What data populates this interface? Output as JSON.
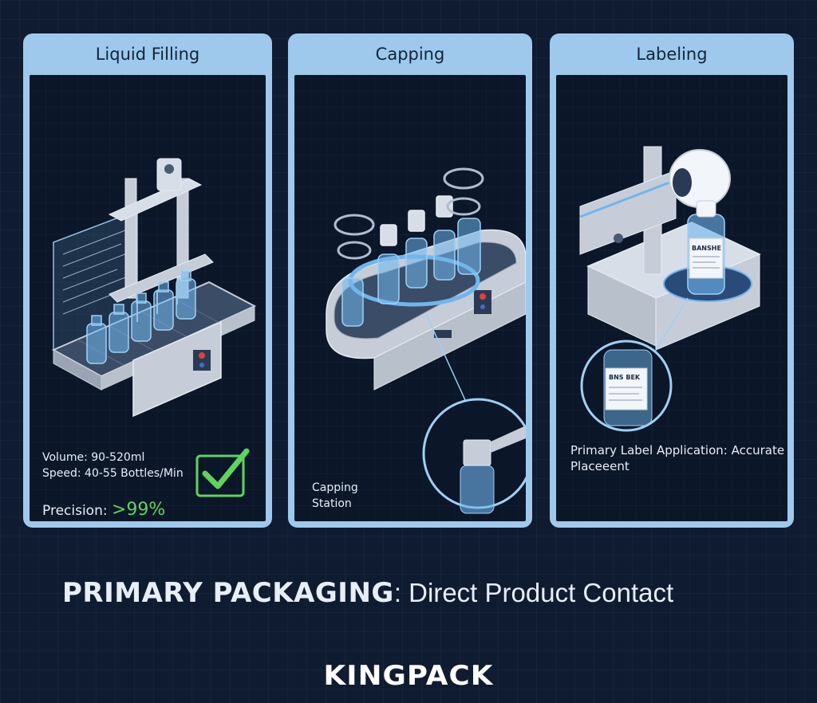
{
  "panels": [
    {
      "title": "Liquid Filling",
      "lines": [
        "Volume: 90-520ml",
        "Speed: 40-55 Bottles/Min"
      ],
      "precision_label": "Precision: ",
      "precision_value": ">99%"
    },
    {
      "title": "Capping",
      "lines": [
        "Capping",
        "Station"
      ]
    },
    {
      "title": "Labeling",
      "lines": [
        "Primary Label Application: Accurate",
        "Placeeent"
      ],
      "label_texts": [
        "BANSHE",
        "BNS BEK"
      ]
    }
  ],
  "headline": {
    "bold": "PRIMARY PACKAGING",
    "rest": ": Direct Product Contact"
  },
  "brand": "KINGPACK",
  "colors": {
    "background": "#0f1b30",
    "panel_frame": "#9ec9ec",
    "panel_inner": "#0b1628",
    "check": "#5fd35f",
    "bottle": "#6fb6ee",
    "machine": "#c6cdd8"
  },
  "icons": [
    "check-icon",
    "magnifier-icon"
  ]
}
